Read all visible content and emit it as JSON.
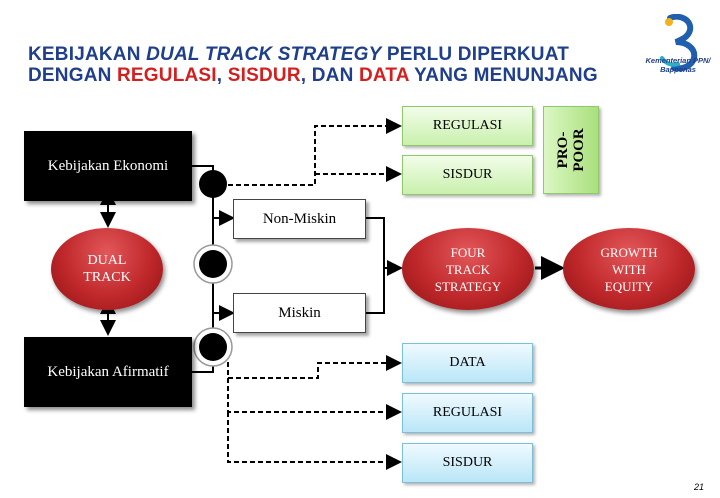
{
  "title": {
    "line1_a": "KEBIJAKAN ",
    "line1_b": "DUAL TRACK STRATEGY",
    "line1_c": " PERLU DIPERKUAT",
    "line2_a": "DENGAN ",
    "line2_b": "REGULASI",
    "line2_c": ", ",
    "line2_d": "SISDUR",
    "line2_e": ", DAN ",
    "line2_f": "DATA",
    "line2_g": " YANG MENUNJANG"
  },
  "logo": {
    "line1": "Kementerian PPN/",
    "line2": "Bappenas"
  },
  "nodes": {
    "kebijakan_ekonomi": "Kebijakan Ekonomi",
    "kebijakan_afirmatif": "Kebijakan Afirmatif",
    "dual_track": "DUAL\nTRACK",
    "non_miskin": "Non-Miskin",
    "miskin": "Miskin",
    "four_track": "FOUR\nTRACK\nSTRATEGY",
    "growth": "GROWTH\nWITH\nEQUITY",
    "regulasi_top": "REGULASI",
    "sisdur_top": "SISDUR",
    "pro_poor": "PRO-\nPOOR",
    "data": "DATA",
    "regulasi_bottom": "REGULASI",
    "sisdur_bottom": "SISDUR"
  },
  "colors": {
    "title_blue": "#1f3f8c",
    "title_red": "#d41f1f",
    "ellipse_red": "#c0282b",
    "green_box": "#c9f0ad",
    "blue_box": "#b9e6f7"
  },
  "page_number": "21"
}
